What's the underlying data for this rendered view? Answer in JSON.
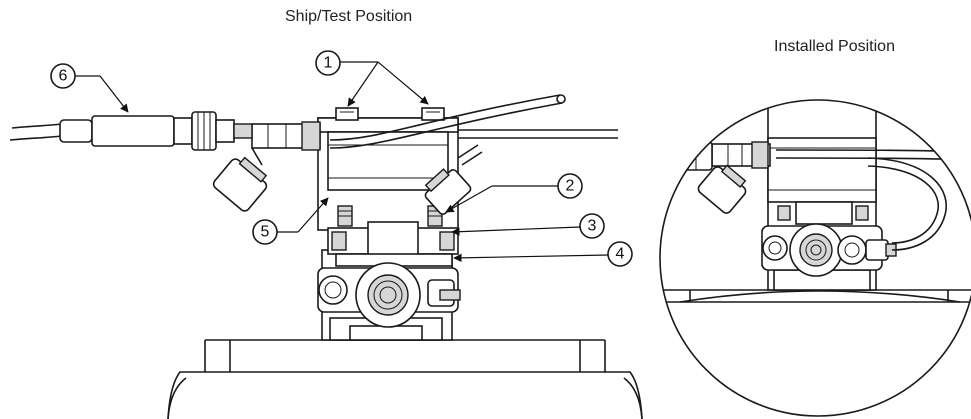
{
  "captions": {
    "left": "Ship/Test Position",
    "right": "Installed Position"
  },
  "callouts": [
    "1",
    "2",
    "3",
    "4",
    "5",
    "6"
  ],
  "colors": {
    "line": "#1a1a1a",
    "fill_light": "#d6d6d6",
    "fill_dark": "#8e8e8e"
  }
}
